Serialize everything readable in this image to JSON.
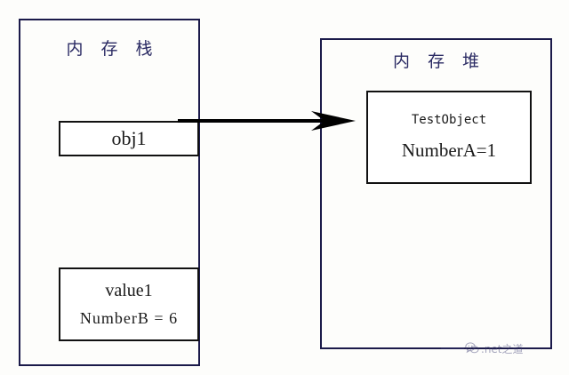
{
  "diagram": {
    "title": "Java memory model: stack reference pointing to heap object",
    "background_color": "#fdfdfb",
    "region_border_color": "#1b1a4a",
    "region_title_color": "#2a2a63",
    "cell_border_color": "#111111",
    "arrow_color": "#000000"
  },
  "stack": {
    "title": "内 存 栈",
    "cells": [
      {
        "name": "obj1",
        "lines": [
          "obj1"
        ]
      },
      {
        "name": "value1",
        "lines": [
          "value1",
          "NumberB = 6"
        ]
      }
    ]
  },
  "heap": {
    "title": "内 存 堆",
    "cells": [
      {
        "name": "TestObject",
        "lines": [
          "TestObject",
          "NumberA=1"
        ]
      }
    ]
  },
  "arrow": {
    "label": "",
    "from": "obj1",
    "to": "TestObject"
  },
  "watermark": {
    "icon": "wechat-icon",
    "text": ".net之道"
  }
}
